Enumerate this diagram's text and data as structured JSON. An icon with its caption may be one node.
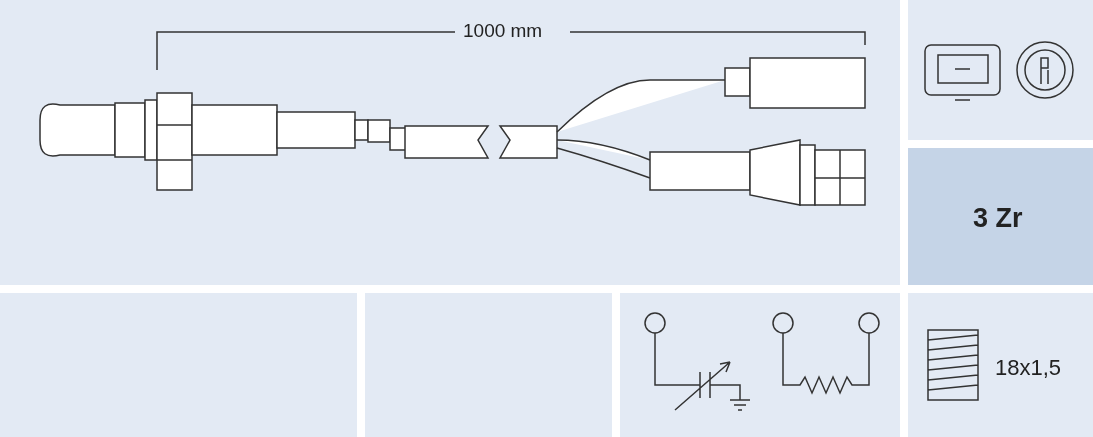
{
  "diagram": {
    "labels": [
      "1000 mm",
      "3 Zr",
      "18x1,5"
    ]
  }
}
